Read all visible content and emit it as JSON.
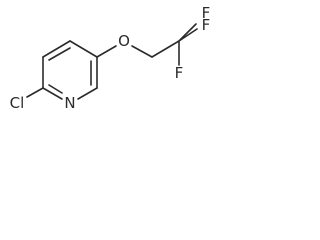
{
  "molecule": {
    "atoms": {
      "chlorine": "Cl",
      "nitrogen": "N",
      "oxygen": "O",
      "fluorine_1": "F",
      "fluorine_2": "F",
      "fluorine_3": "F"
    }
  }
}
